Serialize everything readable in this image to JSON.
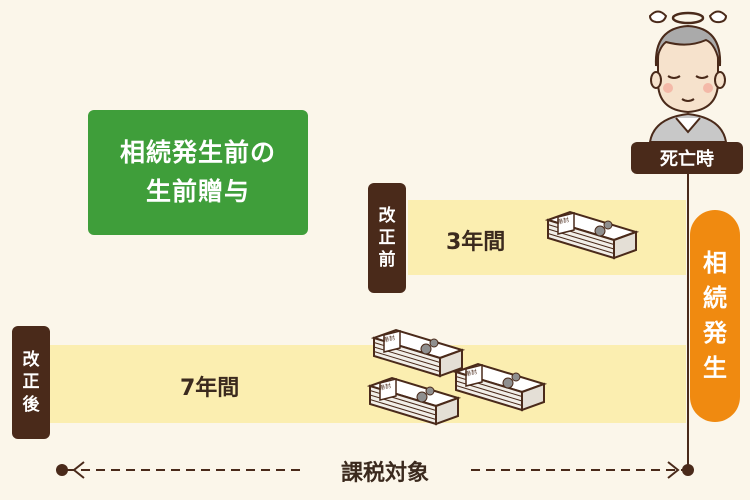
{
  "title_box": {
    "line1": "相続発生前の",
    "line2": "生前贈与"
  },
  "before_revision": {
    "label_chars": [
      "改",
      "正",
      "前"
    ],
    "period": "3年間"
  },
  "after_revision": {
    "label_chars": [
      "改",
      "正",
      "後"
    ],
    "period": "7年間"
  },
  "death_label": "死亡時",
  "inheritance_pill_chars": [
    "相",
    "続",
    "発",
    "生"
  ],
  "timeline_label": "課税対象",
  "money_band_text": "帯封",
  "colors": {
    "green": "#3f9e3a",
    "orange": "#f08a10",
    "dark_brown": "#4a2a1a",
    "band_yellow": "#fbeeb0"
  }
}
